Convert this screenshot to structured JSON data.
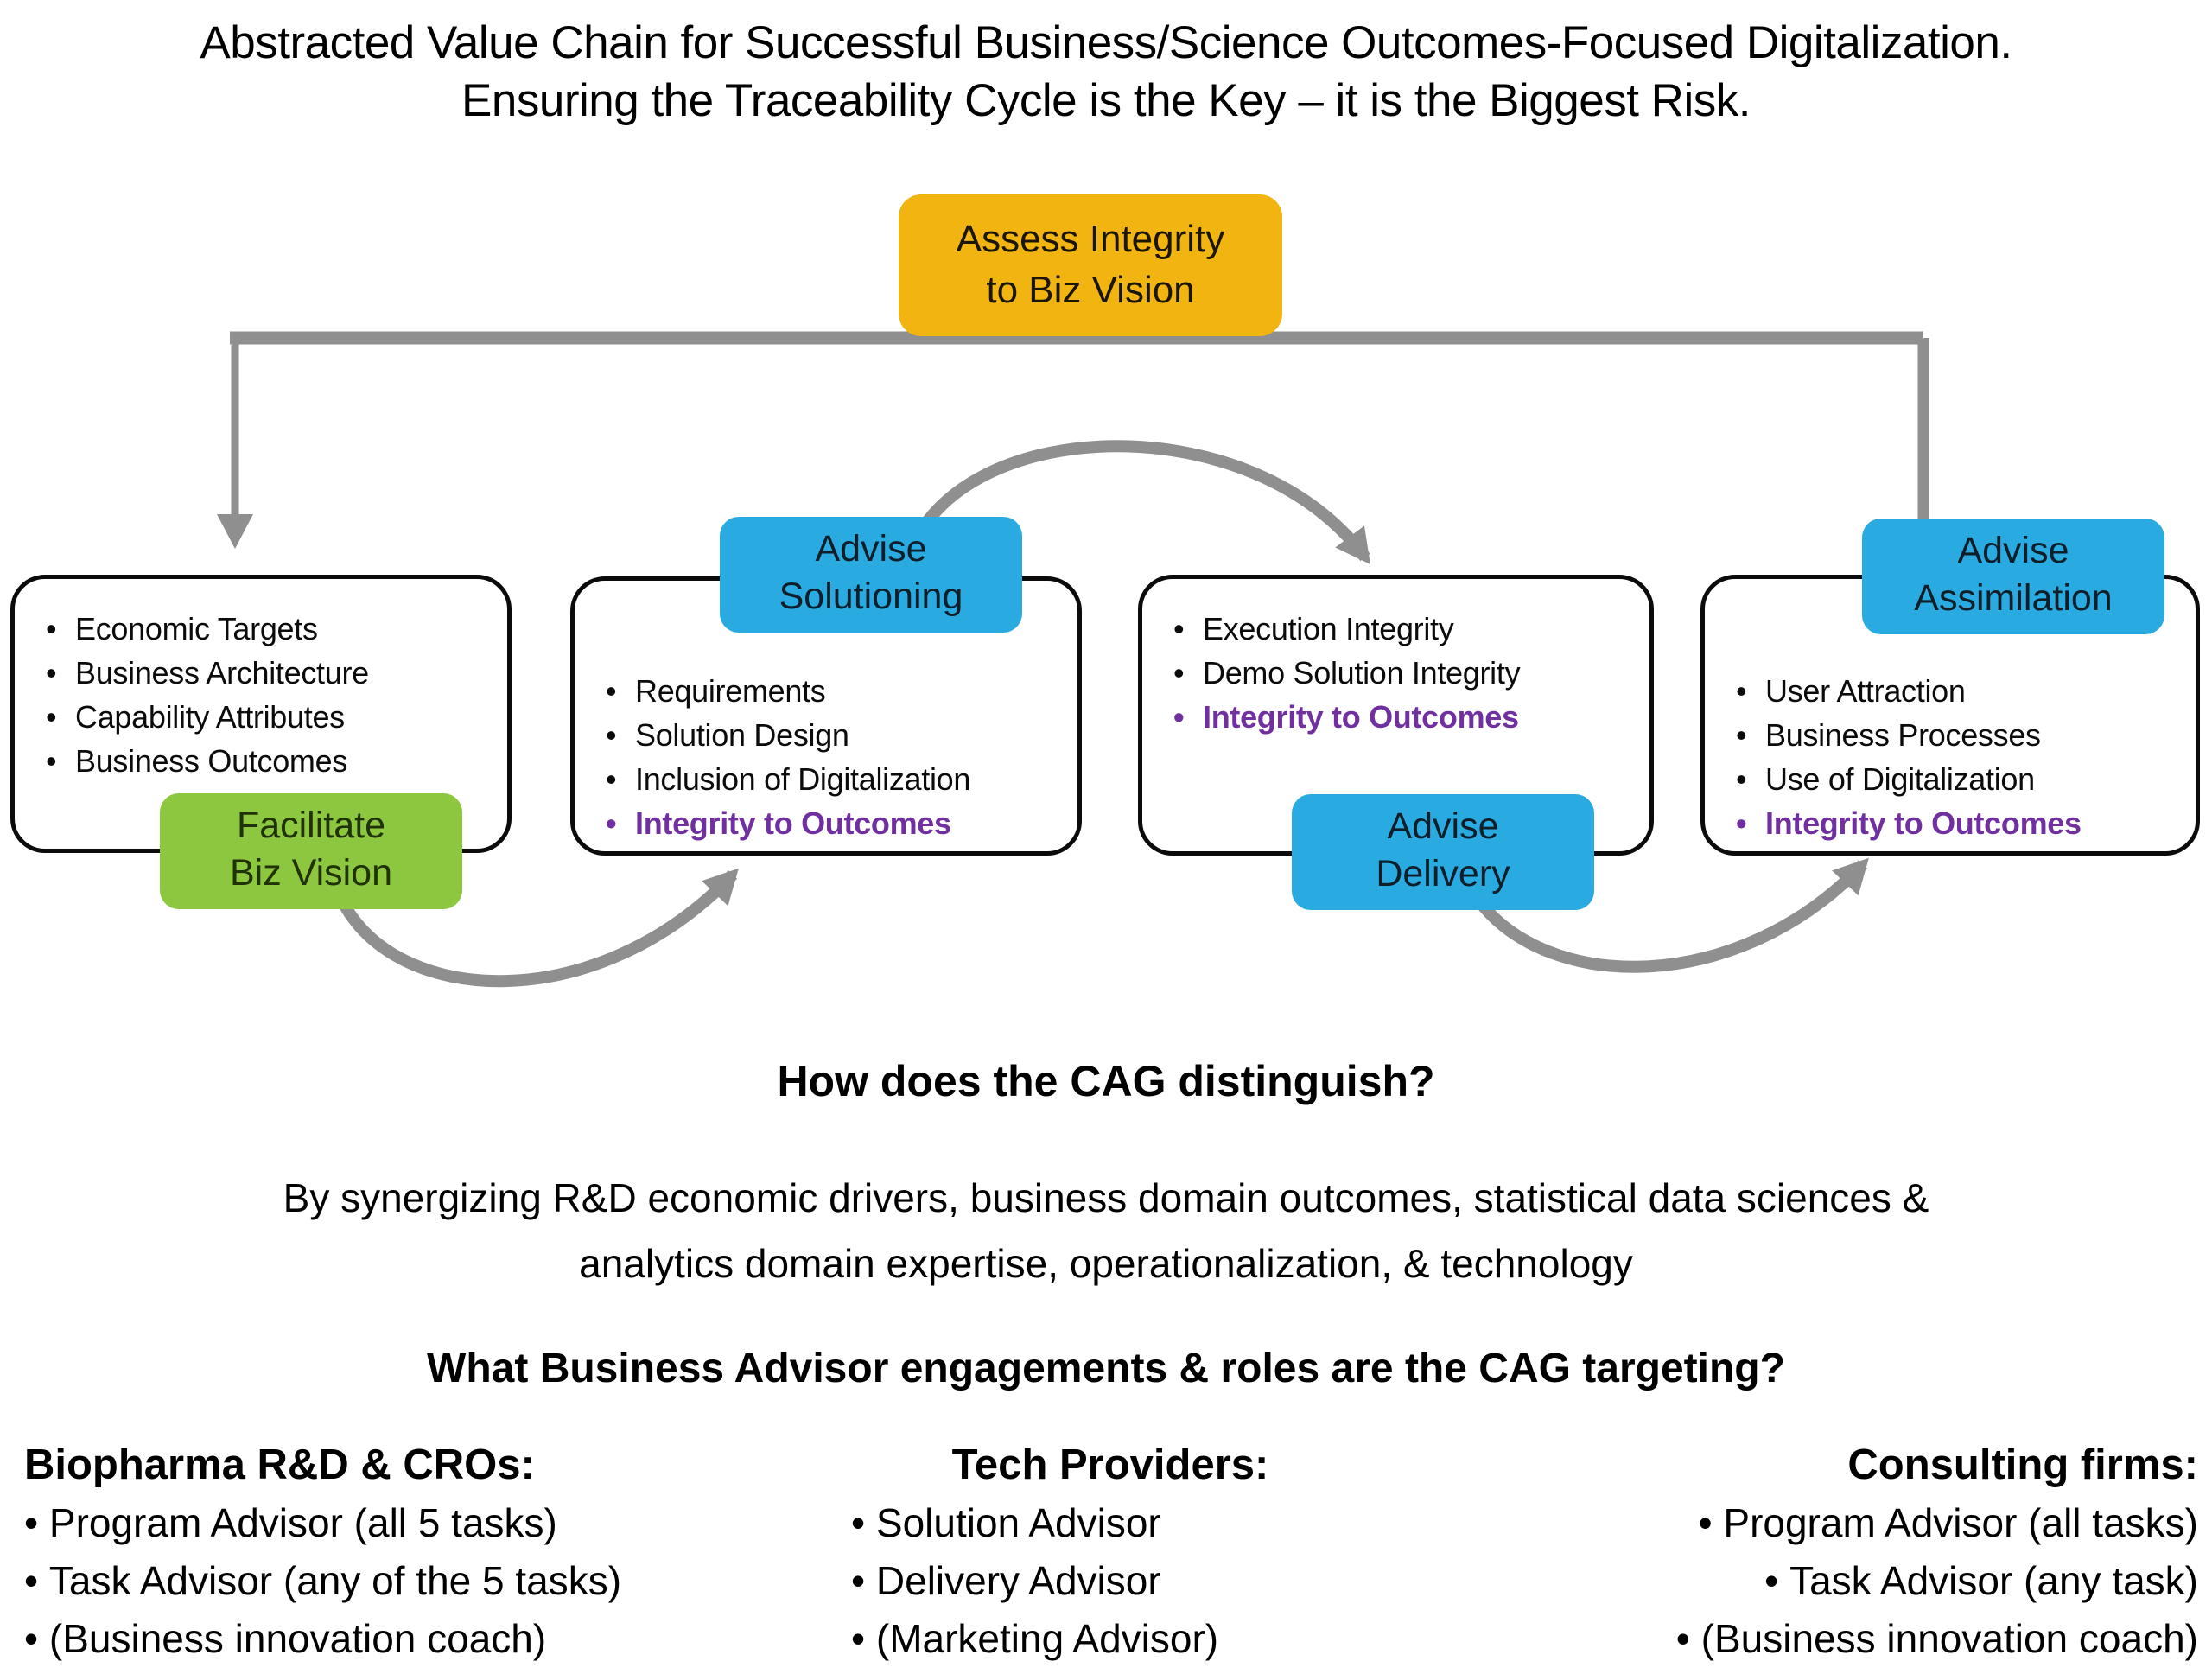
{
  "title": {
    "line1": "Abstracted Value Chain for Successful Business/Science Outcomes-Focused Digitalization.",
    "line2": "Ensuring the Traceability Cycle is the Key – it is the Biggest Risk."
  },
  "flow": {
    "assess": {
      "line1": "Assess Integrity",
      "line2": "to Biz Vision"
    },
    "boxes": [
      {
        "bullets": [
          "Economic Targets",
          "Business Architecture",
          "Capability Attributes",
          "Business Outcomes"
        ]
      },
      {
        "bullets": [
          "Requirements",
          "Solution Design",
          "Inclusion of Digitalization",
          "Integrity to Outcomes"
        ]
      },
      {
        "bullets": [
          "Execution Integrity",
          "Demo Solution Integrity",
          "Integrity to Outcomes"
        ]
      },
      {
        "bullets": [
          "User Attraction",
          "Business Processes",
          "Use of Digitalization",
          "Integrity to Outcomes"
        ]
      }
    ],
    "badges": {
      "facilitate": {
        "line1": "Facilitate",
        "line2": "Biz Vision"
      },
      "solutioning": {
        "line1": "Advise",
        "line2": "Solutioning"
      },
      "delivery": {
        "line1": "Advise",
        "line2": "Delivery"
      },
      "assimilation": {
        "line1": "Advise",
        "line2": "Assimilation"
      }
    }
  },
  "qa": {
    "question1": "How does the CAG distinguish?",
    "answer1_line1": "By synergizing R&D economic drivers, business domain outcomes, statistical data sciences &",
    "answer1_line2": "analytics domain expertise, operationalization, & technology",
    "question2": "What Business Advisor engagements & roles are the CAG targeting?"
  },
  "columns": [
    {
      "heading": "Biopharma R&D & CROs:",
      "items": [
        "Program Advisor (all 5 tasks)",
        "Task Advisor (any of the 5 tasks)",
        "(Business innovation coach)"
      ]
    },
    {
      "heading": "Tech Providers:",
      "items": [
        "Solution Advisor",
        "Delivery Advisor",
        "(Marketing Advisor)"
      ]
    },
    {
      "heading": "Consulting firms:",
      "items": [
        "Program Advisor (all tasks)",
        "Task Advisor (any task)",
        "(Business innovation coach)"
      ]
    }
  ],
  "colors": {
    "gold": "#F2B411",
    "green": "#8DC63F",
    "blue": "#29ABE2",
    "purple": "#7030A0",
    "arrow_gray": "#8F8F8F"
  }
}
